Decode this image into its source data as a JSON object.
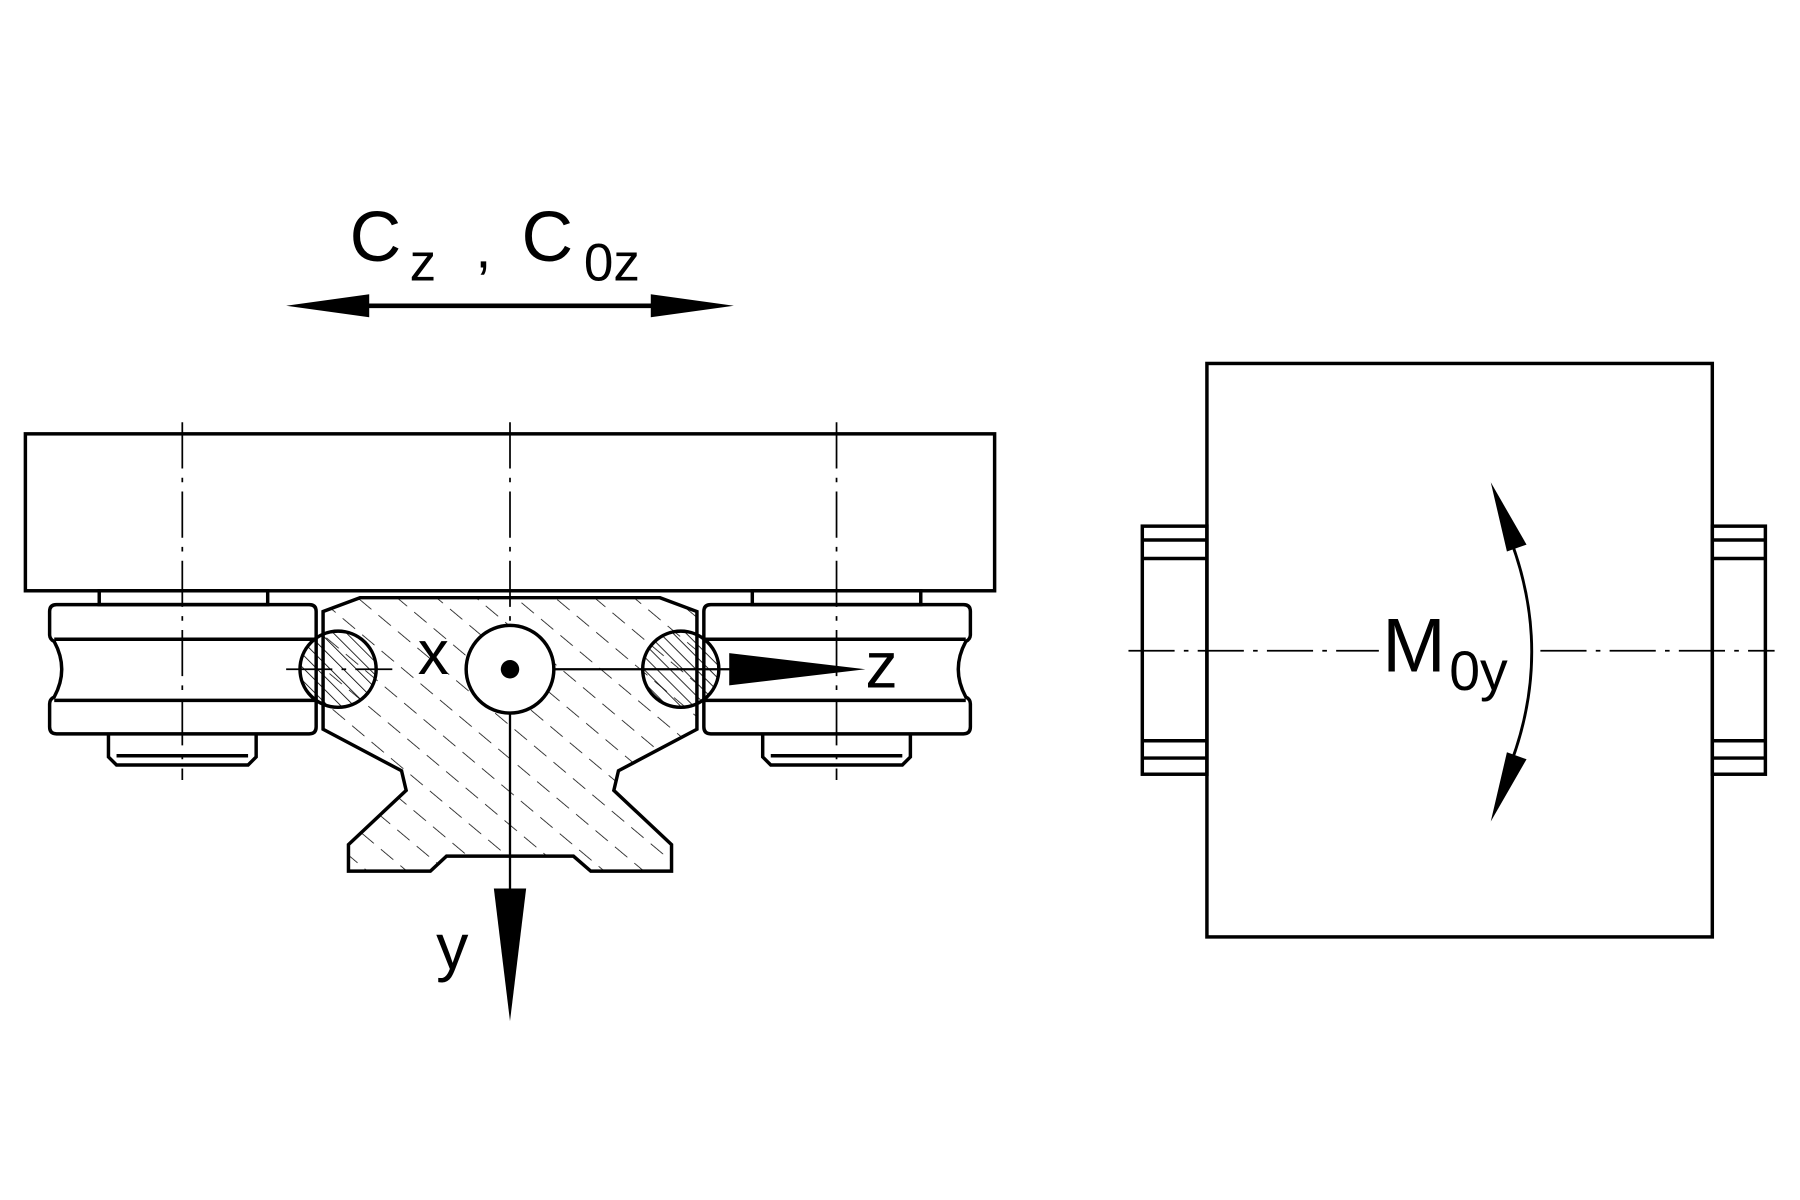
{
  "labels": {
    "load_main": "C",
    "load_sub": "z",
    "separator": ",",
    "static_load_main": "C",
    "static_load_sub": "0z",
    "axis_x": "x",
    "axis_y": "y",
    "axis_z": "z",
    "moment_main": "M",
    "moment_sub": "0y"
  },
  "colors": {
    "line": "#000000",
    "background": "#ffffff"
  }
}
